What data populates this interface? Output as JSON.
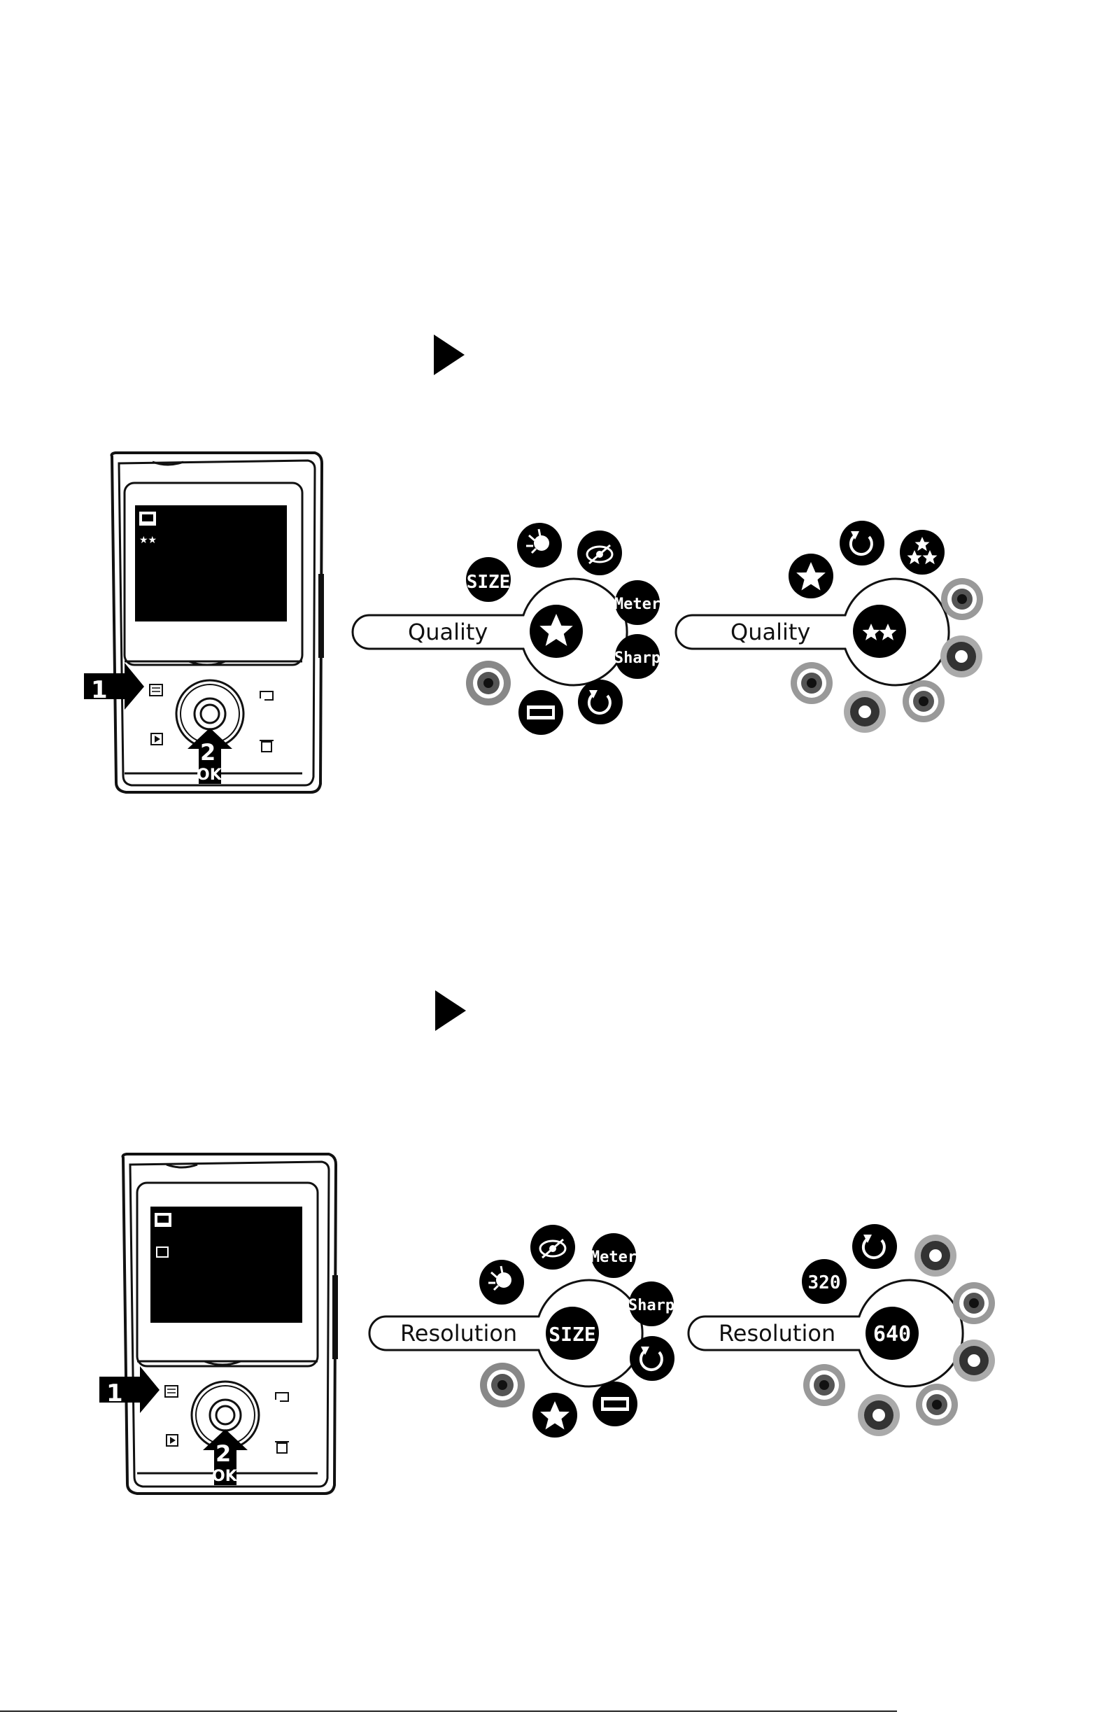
{
  "sections": [
    {
      "id": "quality",
      "menu_label": "Quality",
      "menu_center_text": "",
      "step1": "1",
      "step2": "2",
      "ok_label": "OK",
      "option_label": "Quality",
      "option_center_text": "",
      "icon_texts": {
        "size": "SIZE",
        "meter": "Meter",
        "sharp": "Sharp"
      }
    },
    {
      "id": "resolution",
      "menu_label": "Resolution",
      "menu_center_text": "SIZE",
      "step1": "1",
      "step2": "2",
      "ok_label": "OK",
      "option_label": "Resolution",
      "option_center_text": "640",
      "option_side_text": "320",
      "icon_texts": {
        "meter": "Meter",
        "sharp": "Sharp"
      }
    }
  ],
  "colors": {
    "ink": "#111111",
    "ring": "#888888",
    "paper": "#ffffff"
  }
}
